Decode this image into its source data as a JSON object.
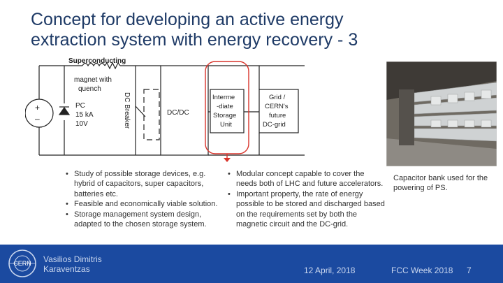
{
  "slide": {
    "title_line1": "Concept for developing an active energy",
    "title_line2": "extraction system with energy recovery - 3"
  },
  "diagram": {
    "magnet_line1": "Superconducting",
    "magnet_line2": "magnet with",
    "magnet_line3": "quench",
    "pc_line1": "PC",
    "pc_line2": "15 kA",
    "pc_line3": "10V",
    "breaker": "DC Breaker",
    "dcdc": "DC/DC",
    "storage_line1": "Interme",
    "storage_line2": "-diate",
    "storage_line3": "Storage",
    "storage_line4": "Unit",
    "grid_line1": "Grid /",
    "grid_line2": "CERN's",
    "grid_line3": "future",
    "grid_line4": "DC-grid",
    "plus": "+",
    "minus": "–",
    "highlight_color": "#d9342b"
  },
  "left_bullets": [
    "Study of possible storage devices, e.g. hybrid of capacitors, super capacitors, batteries etc.",
    "Feasible and economically viable solution.",
    "Storage management system design, adapted to the chosen storage system."
  ],
  "right_bullets": [
    "Modular concept capable to cover the needs both of LHC and future accelerators.",
    "Important property, the rate of energy possible to be stored and discharged based on the requirements set by both the magnetic circuit and the DC-grid."
  ],
  "photo_caption": "Capacitor bank used for the powering of PS.",
  "footer": {
    "logo_text": "CERN",
    "author_line1": "Vasilios Dimitris",
    "author_line2": "Karaventzas",
    "date": "12 April, 2018",
    "event": "FCC Week 2018",
    "page": "7",
    "bg_color": "#1b4aa0"
  }
}
